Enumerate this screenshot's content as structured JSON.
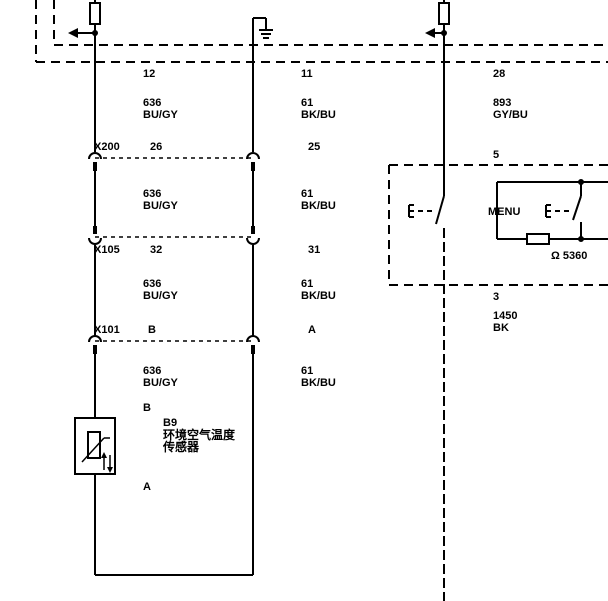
{
  "colors": {
    "ink": "#000000",
    "background": "#ffffff"
  },
  "left_column": {
    "pin_top": "12",
    "wire_1_code": "636",
    "wire_1_color": "BU/GY",
    "x200_pin": "26",
    "wire_2_code": "636",
    "wire_2_color": "BU/GY",
    "x105_pin": "32",
    "wire_3_code": "636",
    "wire_3_color": "BU/GY",
    "x101_pin": "B",
    "wire_4_code": "636",
    "wire_4_color": "BU/GY"
  },
  "middle_column": {
    "pin_top": "11",
    "wire_1_code": "61",
    "wire_1_color": "BK/BU",
    "x200_pin": "25",
    "wire_2_code": "61",
    "wire_2_color": "BK/BU",
    "x105_pin": "31",
    "wire_3_code": "61",
    "wire_3_color": "BK/BU",
    "x101_pin": "A",
    "wire_4_code": "61",
    "wire_4_color": "BK/BU"
  },
  "connectors": {
    "x200": "X200",
    "x105": "X105",
    "x101": "X101"
  },
  "sensor": {
    "pin_top": "B",
    "pin_bottom": "A",
    "id": "B9",
    "name_line_1": "环境空气温度",
    "name_line_2": "传感器"
  },
  "right_column": {
    "pin_top": "28",
    "wire_top_code": "893",
    "wire_top_color": "GY/BU",
    "module_pin_top": "5",
    "module_pin_bottom": "3",
    "wire_bottom_code": "1450",
    "wire_bottom_color": "BK",
    "menu_label": "MENU",
    "resistor_label": "Ω 5360"
  }
}
